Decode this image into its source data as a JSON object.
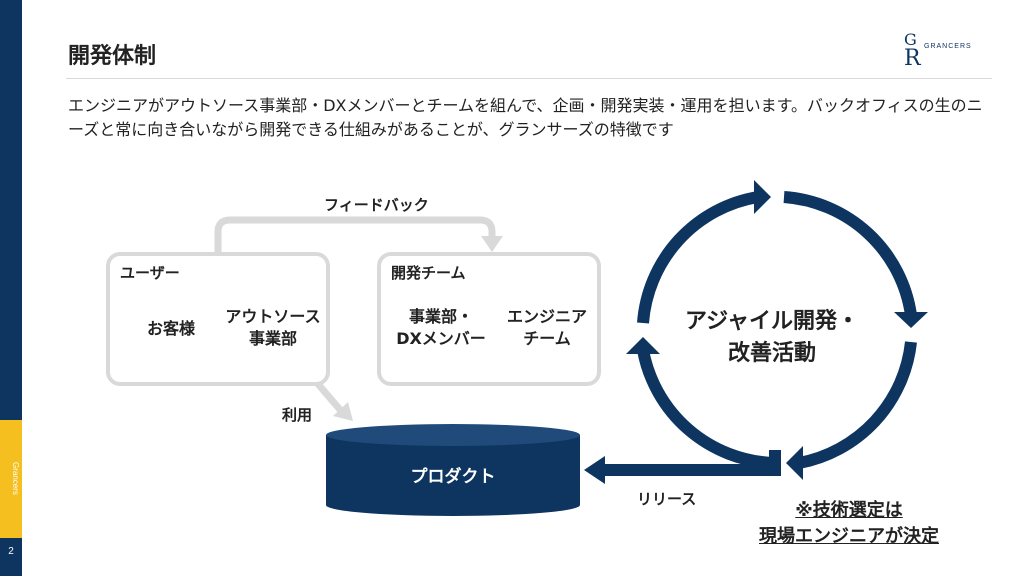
{
  "page": {
    "title": "開発体制",
    "brand": "Grancers",
    "page_number": "2",
    "intro": "エンジニアがアウトソース事業部・DXメンバーとチームを組んで、企画・開発実装・運用を担います。バックオフィスの生のニーズと常に向き合いながら開発できる仕組みがあることが、グランサーズの特徴です"
  },
  "logo": {
    "letter_top": "G",
    "letter_bottom": "R",
    "text": "GRANCERS"
  },
  "diagram": {
    "feedback_label": "フィードバック",
    "user_box": {
      "label": "ユーザー",
      "item1": "お客様",
      "item2_line1": "アウトソース",
      "item2_line2": "事業部"
    },
    "team_box": {
      "label": "開発チーム",
      "item1_line1": "事業部・",
      "item1_line2": "DXメンバー",
      "item2_line1": "エンジニア",
      "item2_line2": "チーム"
    },
    "use_label": "利用",
    "product_label": "プロダクト",
    "release_label": "リリース",
    "cycle_line1": "アジャイル開発・",
    "cycle_line2": "改善活動",
    "note_line1": "※技術選定は",
    "note_line2": "現場エンジニアが決定"
  },
  "colors": {
    "navy": "#0d3560",
    "yellow": "#f5bf1f",
    "gray": "#d9d9d9"
  }
}
